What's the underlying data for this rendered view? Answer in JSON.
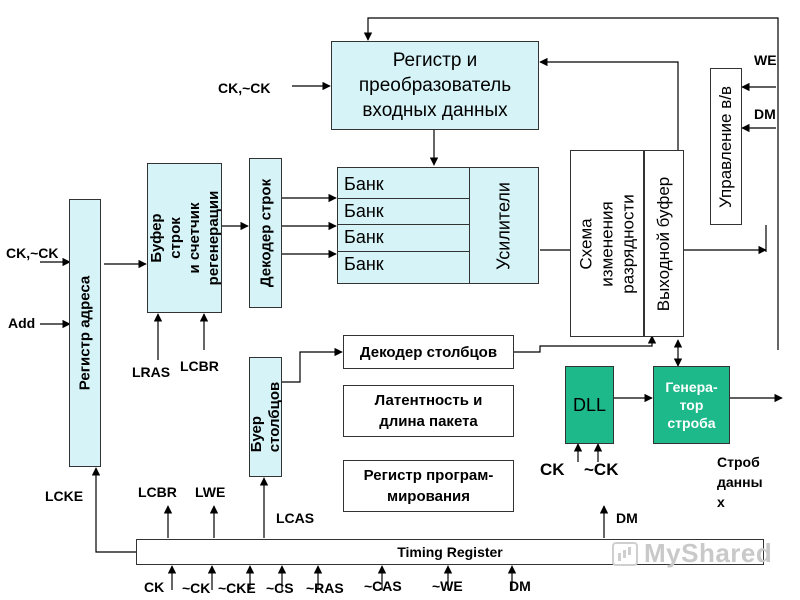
{
  "blocks": {
    "input_register": "Регистр и\nпреобразователь\nвходных данных",
    "address_register": "Регистр адреса",
    "row_buffer": "Буфер строк\nи счетчик\nрегенерации",
    "row_decoder": "Декодер строк",
    "banks": [
      "Банк",
      "Банк",
      "Банк",
      "Банк"
    ],
    "amplifiers": "Усилители",
    "width_conversion": "Схема\nизменения\nразрядности",
    "output_buffer": "Выходной буфер",
    "io_control": "Управление в/в",
    "column_decoder": "Декодер столбцов",
    "latency": "Латентность и\nдлина пакета",
    "program_register": "Регистр програм-\nмирования",
    "column_buffer": "Буер\nстолбцов",
    "dll": "DLL",
    "strobe_generator": "Генера-\nтор\nстроба",
    "timing_register": "Timing Register"
  },
  "signals": {
    "ck_input": "CK,~CK",
    "ck_address": "CK,~CK",
    "add": "Add",
    "lras": "LRAS",
    "lcbr_top": "LCBR",
    "lcbr_bottom": "LCBR",
    "lwe": "LWE",
    "lcas": "LCAS",
    "lcke": "LCKE",
    "we": "WE",
    "dm_top": "DM",
    "dm_right": "DM",
    "ck_dll": "CK",
    "nck_dll": "~CK",
    "strobe_data": "Строб\nданны\nх",
    "timing_inputs": [
      "CK",
      "~CK",
      "~CKE",
      "~CS",
      "~RAS",
      "~CAS",
      "~WE",
      "DM"
    ]
  },
  "watermark": "MyShared",
  "colors": {
    "cyan_block": "#d6f4f7",
    "green_block": "#1db98a",
    "line": "#000000"
  }
}
